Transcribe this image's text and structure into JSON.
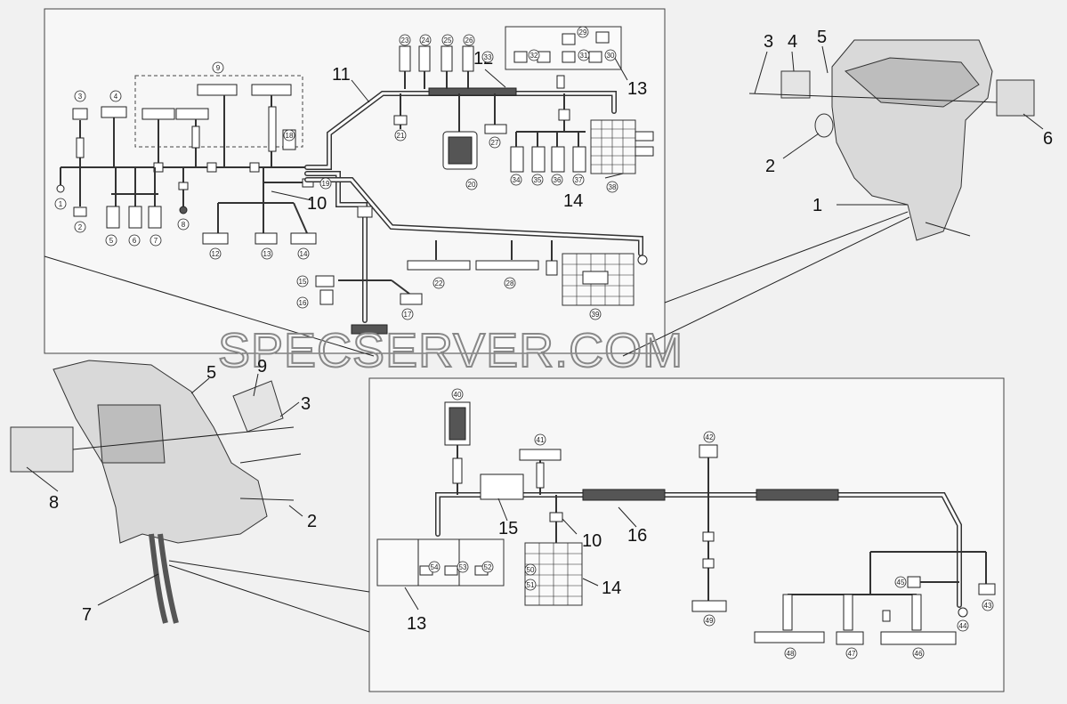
{
  "watermark": "SPECSERVER.COM",
  "callouts": {
    "c1": "1",
    "c2a": "2",
    "c3a": "3",
    "c4": "4",
    "c5a": "5",
    "c6": "6",
    "c10a": "10",
    "c11": "11",
    "c12": "12",
    "c13a": "13",
    "c14a": "14",
    "c5b": "5",
    "c9": "9",
    "c3b": "3",
    "c8": "8",
    "c2b": "2",
    "c7": "7",
    "c13b": "13",
    "c14b": "14",
    "c15": "15",
    "c10b": "10",
    "c16": "16"
  },
  "top_labels": [
    "1",
    "2",
    "3",
    "4",
    "5",
    "6",
    "7",
    "8",
    "9",
    "12",
    "13",
    "14",
    "15",
    "16",
    "17",
    "18",
    "19",
    "20",
    "21",
    "22",
    "23",
    "24",
    "25",
    "26",
    "27",
    "28",
    "29",
    "30",
    "31",
    "32",
    "33",
    "34",
    "35",
    "36",
    "37",
    "38",
    "39"
  ],
  "bottom_labels": [
    "40",
    "41",
    "42",
    "43",
    "44",
    "45",
    "46",
    "47",
    "48",
    "49",
    "50",
    "51",
    "52",
    "53",
    "54"
  ],
  "colors": {
    "background": "#f1f1f1",
    "line": "#222222",
    "watermark": "#888888"
  }
}
